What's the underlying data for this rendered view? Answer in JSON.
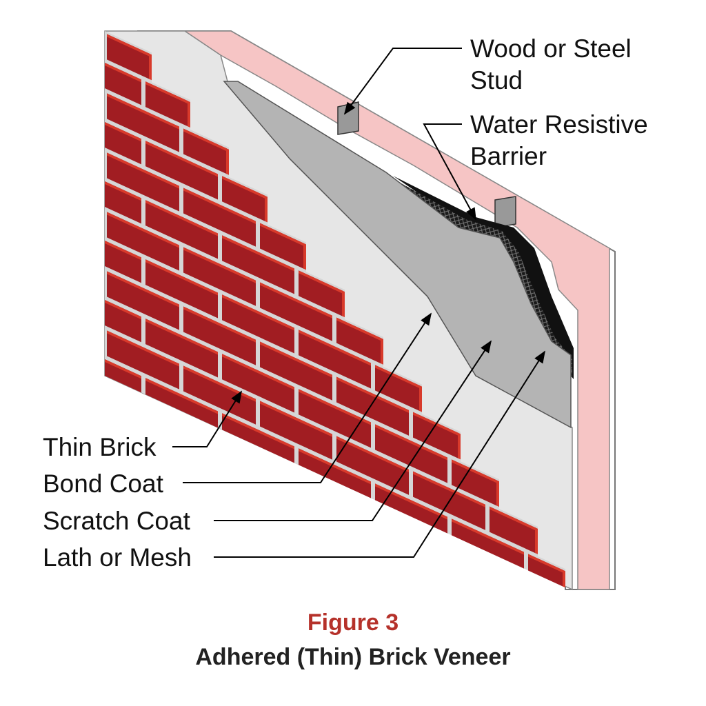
{
  "labels": {
    "stud": [
      "Wood or Steel",
      "Stud"
    ],
    "wrb": [
      "Water Resistive",
      "Barrier"
    ],
    "thin_brick": "Thin Brick",
    "bond_coat": "Bond Coat",
    "scratch_coat": "Scratch Coat",
    "lath": "Lath or Mesh"
  },
  "figure": {
    "title": "Figure 3",
    "caption": "Adhered (Thin) Brick Veneer"
  },
  "colors": {
    "brick": "#a11d22",
    "brick_top": "#d83a2b",
    "mortar": "#d6d6d6",
    "bond_coat": "#e6e6e6",
    "scratch_coat": "#b4b4b4",
    "insulation": "#f6c5c5",
    "title": "#b5312a"
  }
}
